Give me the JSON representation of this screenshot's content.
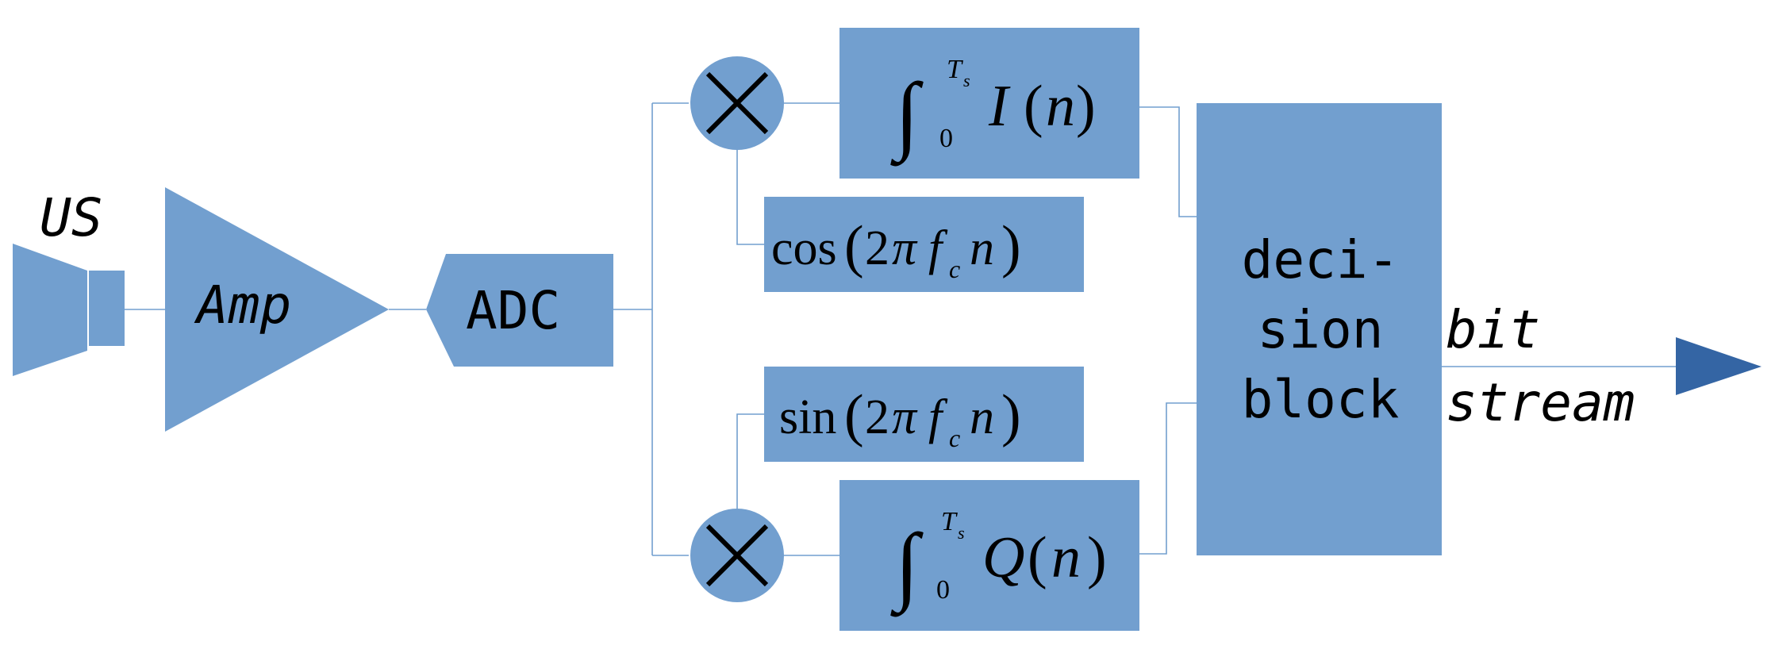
{
  "colors": {
    "block_fill": "#729fcf",
    "wire": "#729fcf",
    "output_arrow": "#3465a4",
    "text": "#000000",
    "background": "#ffffff"
  },
  "labels": {
    "speaker": "US",
    "amplifier": "Amp",
    "adc": "ADC",
    "decision_block_line1": "deci-",
    "decision_block_line2": "sion",
    "decision_block_line3": "block",
    "output_line1": "bit",
    "output_line2": "stream"
  },
  "math": {
    "integral_upper": "T",
    "integral_upper_sub": "s",
    "integral_lower": "0",
    "i_branch_signal": "I",
    "q_branch_signal": "Q",
    "signal_arg": "n",
    "cos_func": "cos",
    "sin_func": "sin",
    "carrier_coeff": "2",
    "pi": "π",
    "freq": "f",
    "freq_sub": "c",
    "open_paren": "(",
    "close_paren": ")"
  },
  "icons": {
    "speaker": "loudspeaker-icon",
    "amplifier": "triangle-amplifier-icon",
    "mixer": "multiply-circle-icon",
    "output": "arrow-right-icon"
  }
}
